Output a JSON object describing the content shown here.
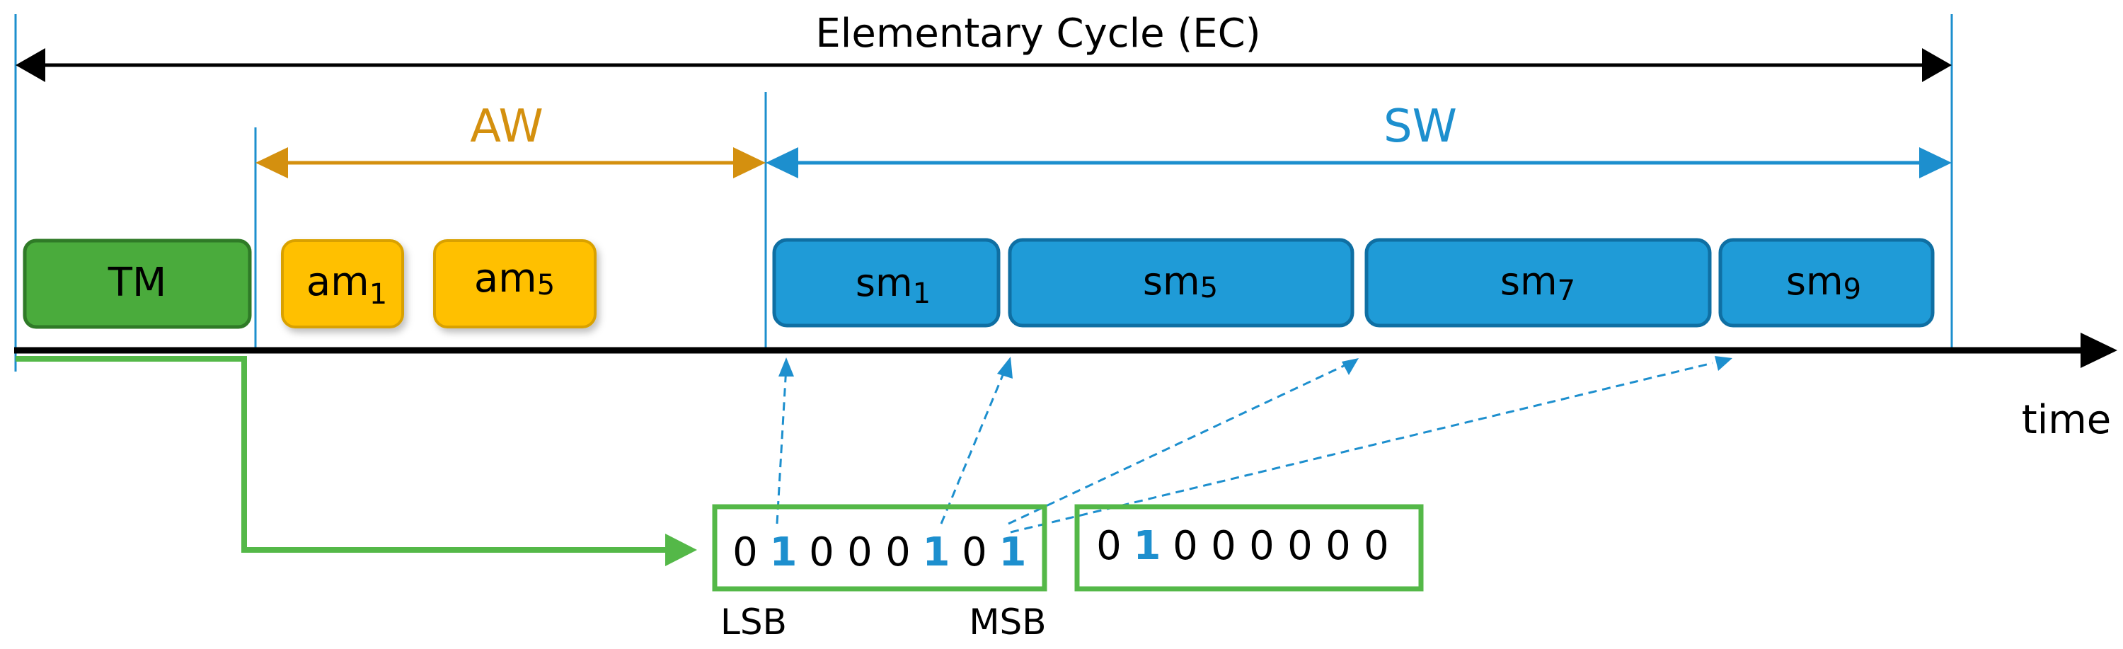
{
  "ec": {
    "label": "Elementary Cycle (EC)"
  },
  "aw": {
    "label": "AW"
  },
  "sw": {
    "label": "SW"
  },
  "time_label": "time",
  "tm": {
    "label": "TM"
  },
  "async_messages": [
    {
      "base": "am",
      "sub": "1"
    },
    {
      "base": "am",
      "sub": "5"
    }
  ],
  "sync_messages": [
    {
      "base": "sm",
      "sub": "1"
    },
    {
      "base": "sm",
      "sub": "5"
    },
    {
      "base": "sm",
      "sub": "7"
    },
    {
      "base": "sm",
      "sub": "9"
    }
  ],
  "bitmaps": [
    {
      "bits": [
        "0",
        "1",
        "0",
        "0",
        "0",
        "1",
        "0",
        "1"
      ],
      "highlight": [
        1,
        5,
        7
      ]
    },
    {
      "bits": [
        "0",
        "1",
        "0",
        "0",
        "0",
        "0",
        "0",
        "0"
      ],
      "highlight": [
        1
      ]
    }
  ],
  "lsb_label": "LSB",
  "msb_label": "MSB",
  "colors": {
    "black": "#000000",
    "green_fill": "#4aab3c",
    "green_stroke": "#2f7a27",
    "green_line": "#54b848",
    "orange_fill": "#ffc000",
    "orange_stroke": "#d9a100",
    "orange_text": "#d4900f",
    "blue_fill": "#1f9bd7",
    "blue_stroke": "#0f6fa3",
    "blue_text": "#1d8fce",
    "bit_highlight": "#1d8fce"
  }
}
